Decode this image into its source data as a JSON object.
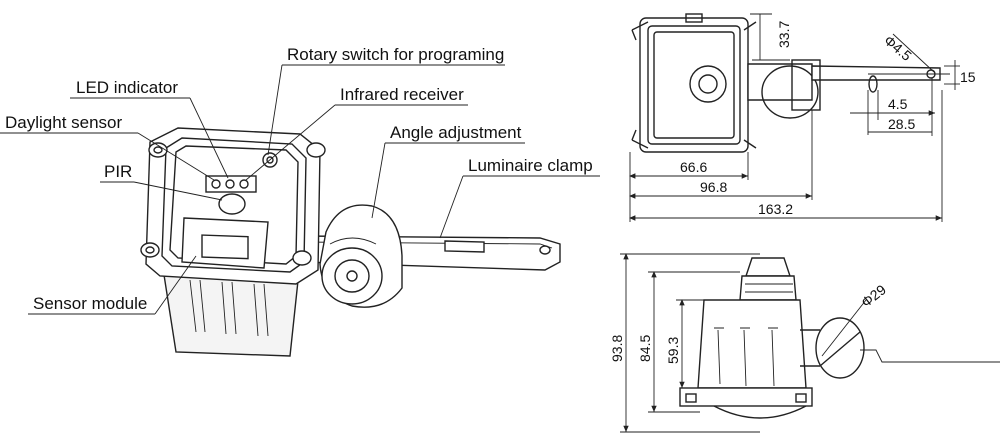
{
  "callouts": {
    "rotary_switch": "Rotary switch for programing",
    "led_indicator": "LED indicator",
    "infrared_receiver": "Infrared receiver",
    "daylight_sensor": "Daylight sensor",
    "angle_adjustment": "Angle adjustment",
    "pir": "PIR",
    "luminaire_clamp": "Luminaire clamp",
    "sensor_module": "Sensor module"
  },
  "top_view_dims": {
    "height_37_7": "33.7",
    "hole_diameter": "Φ4.5",
    "clamp_height": "15",
    "slot_4_5": "4.5",
    "slot_28_5": "28.5",
    "width_66_6": "66.6",
    "width_96_8": "96.8",
    "width_163_2": "163.2"
  },
  "side_view_dims": {
    "height_93_8": "93.8",
    "height_84_5": "84.5",
    "height_59_3": "59.3",
    "clamp_diameter": "Φ29"
  }
}
